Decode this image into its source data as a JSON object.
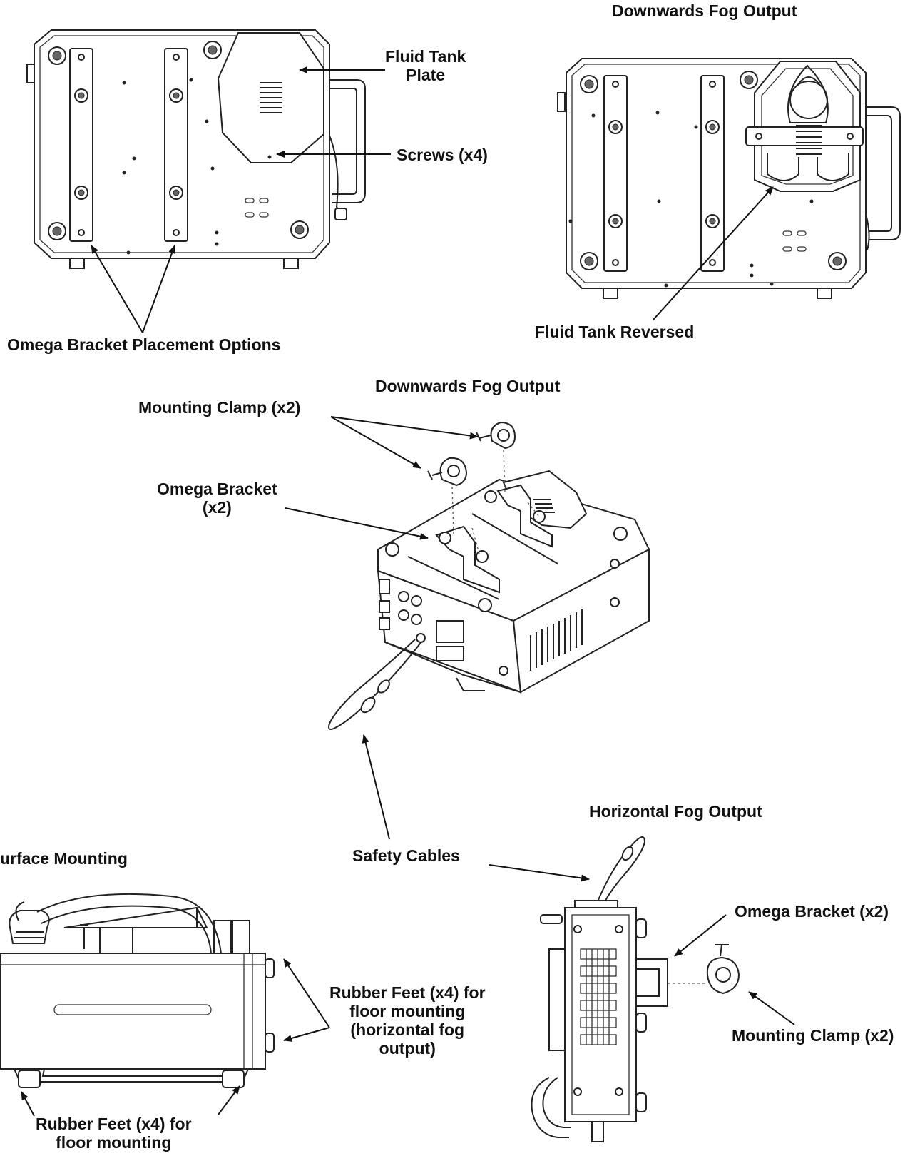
{
  "labels": {
    "downwards_fog_output_top": "Downwards Fog Output",
    "fluid_tank_plate": "Fluid Tank\nPlate",
    "screws": "Screws (x4)",
    "omega_bracket_placement": "Omega Bracket Placement Options",
    "fluid_tank_reversed": "Fluid Tank Reversed",
    "downwards_fog_output_mid": "Downwards Fog Output",
    "mounting_clamp_mid": "Mounting Clamp (x2)",
    "omega_bracket_mid": "Omega Bracket\n(x2)",
    "safety_cables": "Safety Cables",
    "surface_mounting": "urface Mounting",
    "horizontal_fog_output": "Horizontal Fog Output",
    "omega_bracket_right": "Omega Bracket (x2)",
    "mounting_clamp_right": "Mounting Clamp (x2)",
    "rubber_feet_horizontal": "Rubber Feet (x4) for\nfloor mounting\n(horizontal fog\noutput)",
    "rubber_feet_floor": "Rubber Feet (x4) for\nfloor mounting"
  },
  "colors": {
    "line": "#222222",
    "background": "#ffffff"
  },
  "icons": [
    "arrow-icon",
    "screw-icon",
    "mounting-clamp-icon",
    "safety-cable-icon"
  ]
}
